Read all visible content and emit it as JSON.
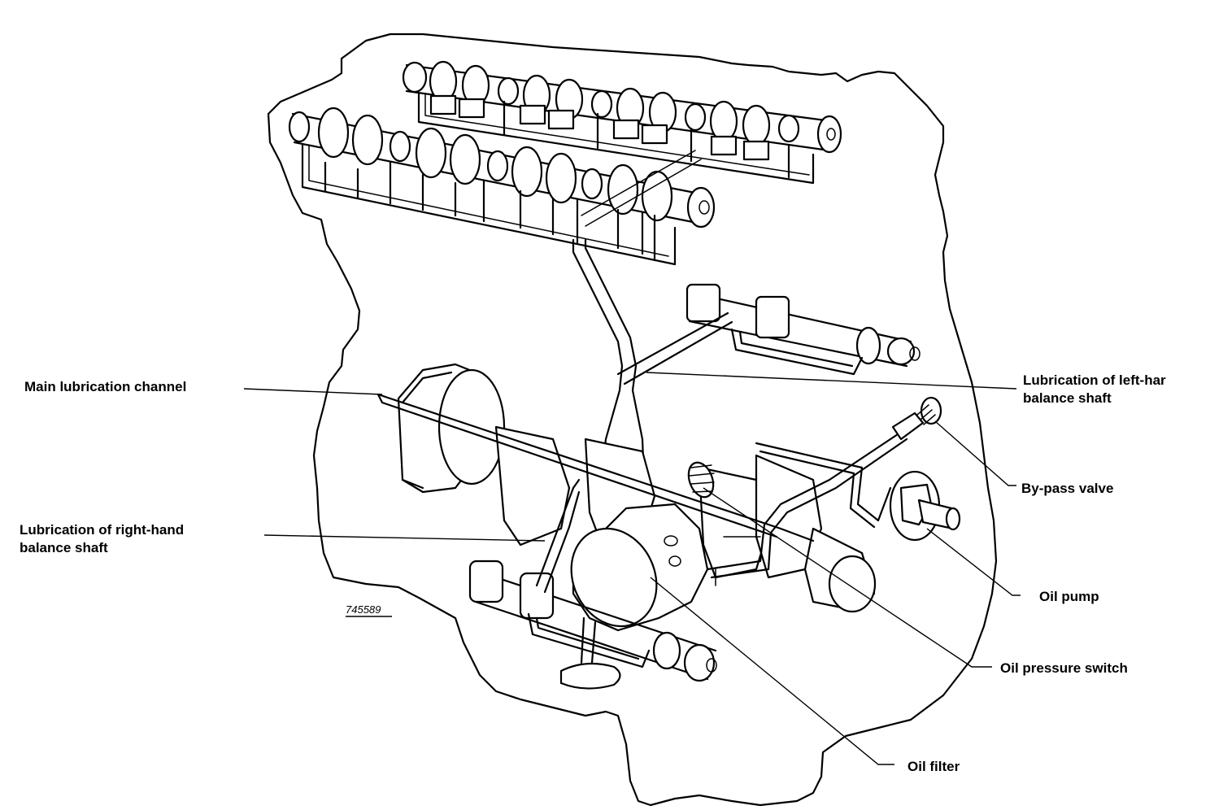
{
  "diagram": {
    "figure_number": "745589",
    "labels": {
      "main_channel": "Main lubrication channel",
      "rh_balance_line1": "Lubrication of right-hand",
      "rh_balance_line2": "balance shaft",
      "lh_balance_line1": "Lubrication of left-har",
      "lh_balance_line2": "balance shaft",
      "bypass_valve": "By-pass valve",
      "oil_pump": "Oil pump",
      "oil_pressure_switch": "Oil pressure switch",
      "oil_filter": "Oil filter"
    }
  }
}
